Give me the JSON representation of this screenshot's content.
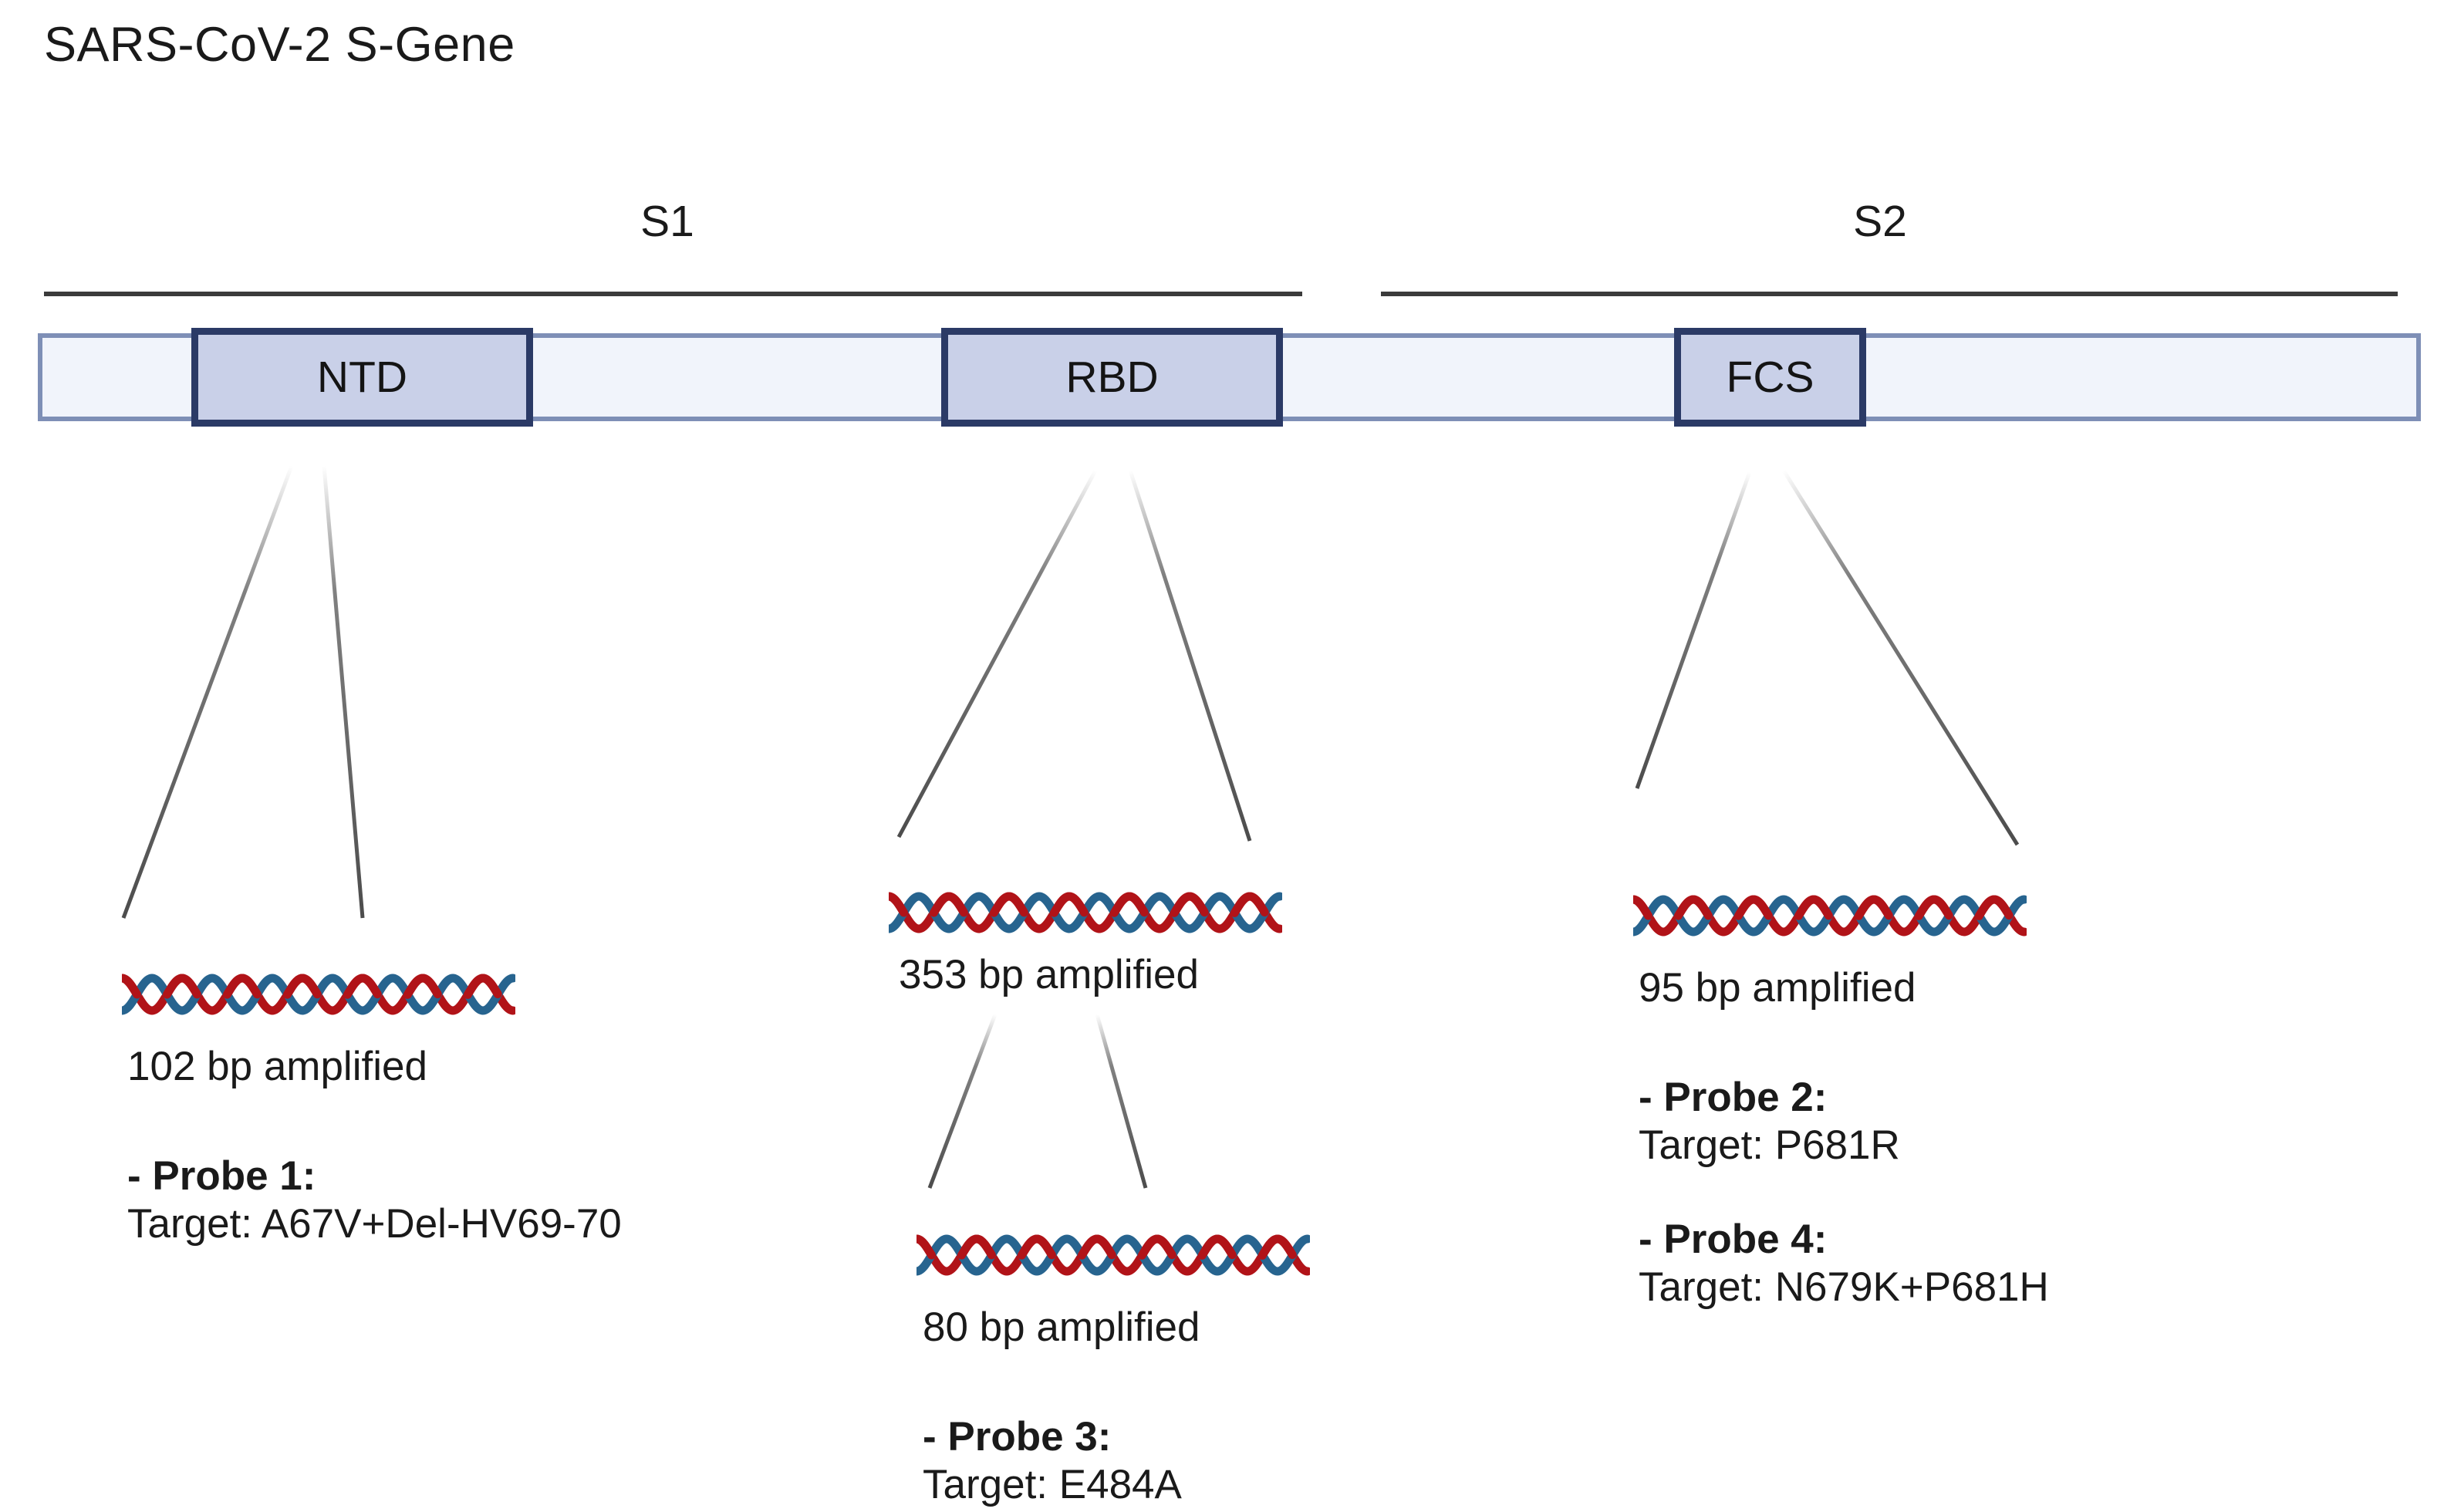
{
  "title": "SARS-CoV-2 S-Gene",
  "gene_map": {
    "subunits": [
      {
        "label": "S1"
      },
      {
        "label": "S2"
      }
    ],
    "domains": [
      {
        "label": "NTD"
      },
      {
        "label": "RBD"
      },
      {
        "label": "FCS"
      }
    ]
  },
  "amplicons": [
    {
      "region": "NTD",
      "size_label": "102 bp amplified",
      "probes": [
        {
          "name": "- Probe 1:",
          "target": "Target: A67V+Del-HV69-70"
        }
      ]
    },
    {
      "region": "RBD",
      "size_label": "353 bp amplified",
      "probes": []
    },
    {
      "region": "RBD-nested",
      "size_label": "80 bp amplified",
      "probes": [
        {
          "name": "- Probe 3:",
          "target": "Target: E484A"
        }
      ]
    },
    {
      "region": "FCS",
      "size_label": "95 bp amplified",
      "probes": [
        {
          "name": "- Probe 2:",
          "target": "Target: P681R"
        },
        {
          "name": "- Probe 4:",
          "target": "Target: N679K+P681H"
        }
      ]
    }
  ],
  "colors": {
    "strandRed": "#b11318",
    "strandBlue": "#27648f",
    "barFill": "#f1f4fb",
    "barBorder": "#7e8fb6",
    "domainFill": "#c9d0e8",
    "domainBorder": "#2b3a66",
    "fanLine": "#606060",
    "underline": "#3b3b3b",
    "text": "#1a1a1a"
  }
}
